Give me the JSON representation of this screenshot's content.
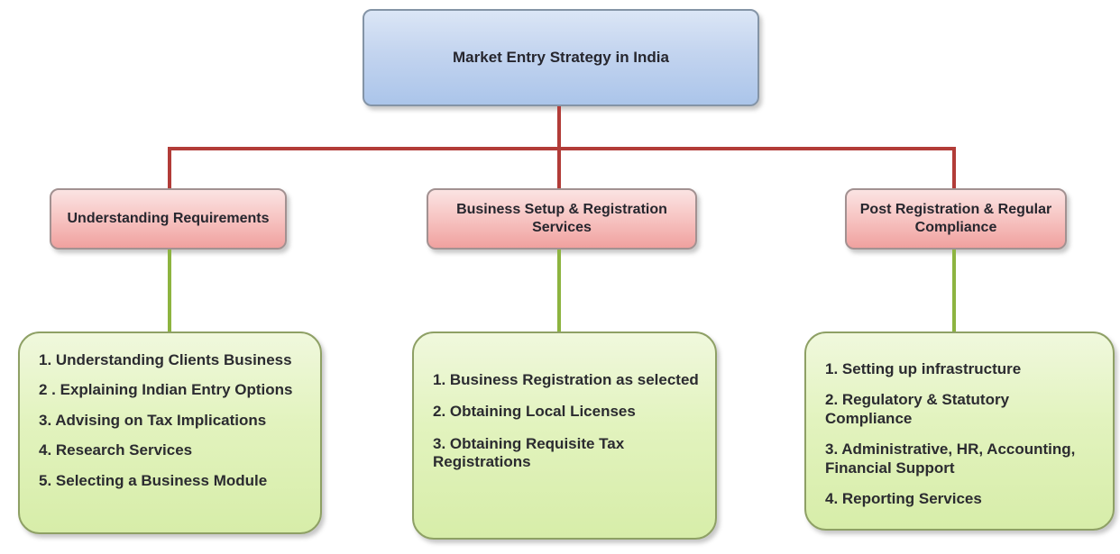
{
  "root": {
    "title": "Market Entry Strategy in India"
  },
  "branches": [
    {
      "title": "Understanding Requirements",
      "items": [
        "1. Understanding Clients Business",
        "2 . Explaining Indian Entry Options",
        "3. Advising on Tax Implications",
        "4. Research Services",
        "5. Selecting a Business Module"
      ]
    },
    {
      "title": "Business Setup & Registration Services",
      "items": [
        "1. Business Registration as selected",
        "2. Obtaining Local Licenses",
        "3. Obtaining Requisite Tax Registrations"
      ]
    },
    {
      "title": "Post Registration & Regular Compliance",
      "items": [
        "1. Setting up infrastructure",
        "2. Regulatory & Statutory Compliance",
        "3. Administrative, HR, Accounting, Financial Support",
        "4. Reporting Services"
      ]
    }
  ],
  "colors": {
    "root_fill_top": "#dbe6f6",
    "root_fill_bottom": "#abc5ea",
    "branch_fill_top": "#fbe4e3",
    "branch_fill_bottom": "#f0a19f",
    "leaf_fill_top": "#f0f8dd",
    "leaf_fill_bottom": "#d7eda9",
    "red_connector": "#b23c38",
    "green_connector": "#8db440",
    "text": "#26262e"
  }
}
